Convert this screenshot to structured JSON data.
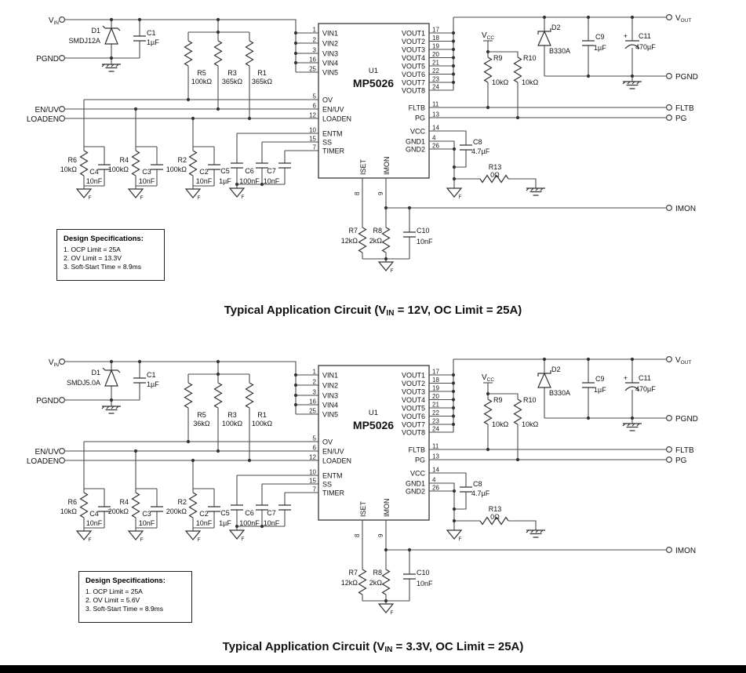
{
  "ground_label": "F",
  "footer": {
    "bar_color": "#000000"
  },
  "circuits": [
    {
      "caption": {
        "pre": "Typical Application Circuit (V",
        "sub": "IN",
        "post": " = 12V, OC Limit = 25A)"
      },
      "design_specs": {
        "title": "Design Specifications:",
        "items": [
          "1. OCP Limit = 25A",
          "2. OV Limit = 13.3V",
          "3. Soft-Start Time = 8.9ms"
        ]
      },
      "ports": {
        "vin": {
          "base": "V",
          "sub": "IN"
        },
        "pgnd_left": "PGND",
        "enuv": "EN/UV",
        "loaden": "LOADEN",
        "vout": {
          "base": "V",
          "sub": "OUT"
        },
        "pgnd_right": "PGND",
        "fltb": "FLTB",
        "pg": "PG",
        "imon": "IMON",
        "vcc": {
          "base": "V",
          "sub": "CC"
        }
      },
      "chip": {
        "ref": "U1",
        "part": "MP5026",
        "left_pins": [
          {
            "num": "1",
            "name": "VIN1"
          },
          {
            "num": "2",
            "name": "VIN2"
          },
          {
            "num": "3",
            "name": "VIN3"
          },
          {
            "num": "16",
            "name": "VIN4"
          },
          {
            "num": "25",
            "name": "VIN5"
          },
          {
            "num": "5",
            "name": "OV"
          },
          {
            "num": "6",
            "name": "EN/UV"
          },
          {
            "num": "12",
            "name": "LOADEN"
          },
          {
            "num": "10",
            "name": "ENTM"
          },
          {
            "num": "15",
            "name": "SS"
          },
          {
            "num": "7",
            "name": "TIMER"
          }
        ],
        "right_pins": [
          {
            "num": "17",
            "name": "VOUT1"
          },
          {
            "num": "18",
            "name": "VOUT2"
          },
          {
            "num": "19",
            "name": "VOUT3"
          },
          {
            "num": "20",
            "name": "VOUT4"
          },
          {
            "num": "21",
            "name": "VOUT5"
          },
          {
            "num": "22",
            "name": "VOUT6"
          },
          {
            "num": "23",
            "name": "VOUT7"
          },
          {
            "num": "24",
            "name": "VOUT8"
          },
          {
            "num": "11",
            "name": "FLTB"
          },
          {
            "num": "13",
            "name": "PG"
          },
          {
            "num": "14",
            "name": "VCC"
          },
          {
            "num": "4",
            "name": "GND1"
          },
          {
            "num": "26",
            "name": "GND2"
          }
        ],
        "bottom_pins": [
          {
            "num": "8",
            "name": "ISET"
          },
          {
            "num": "9",
            "name": "IMON"
          }
        ]
      },
      "components": {
        "D1": {
          "ref": "D1",
          "value": "SMDJ12A"
        },
        "C1": {
          "ref": "C1",
          "value": "1µF"
        },
        "R5": {
          "ref": "R5",
          "value": "100kΩ"
        },
        "R3": {
          "ref": "R3",
          "value": "365kΩ"
        },
        "R1": {
          "ref": "R1",
          "value": "365kΩ"
        },
        "R6": {
          "ref": "R6",
          "value": "10kΩ"
        },
        "C4": {
          "ref": "C4",
          "value": "10nF"
        },
        "R4": {
          "ref": "R4",
          "value": "100kΩ"
        },
        "C3": {
          "ref": "C3",
          "value": "10nF"
        },
        "R2": {
          "ref": "R2",
          "value": "100kΩ"
        },
        "C2": {
          "ref": "C2",
          "value": "10nF"
        },
        "C5": {
          "ref": "C5",
          "value": "1µF"
        },
        "C6": {
          "ref": "C6",
          "value": "100nF"
        },
        "C7": {
          "ref": "C7",
          "value": "10nF"
        },
        "R7": {
          "ref": "R7",
          "value": "12kΩ"
        },
        "R8": {
          "ref": "R8",
          "value": "2kΩ"
        },
        "C10": {
          "ref": "C10",
          "value": "10nF"
        },
        "R9": {
          "ref": "R9",
          "value": "10kΩ"
        },
        "R10": {
          "ref": "R10",
          "value": "10kΩ"
        },
        "C8": {
          "ref": "C8",
          "value": "4.7µF"
        },
        "R13": {
          "ref": "R13",
          "value": "0Ω"
        },
        "D2": {
          "ref": "D2",
          "value": "B330A"
        },
        "C9": {
          "ref": "C9",
          "value": "1µF"
        },
        "C11": {
          "ref": "C11",
          "value": "470µF",
          "plus": "+"
        }
      }
    },
    {
      "caption": {
        "pre": "Typical Application Circuit (V",
        "sub": "IN",
        "post": " = 3.3V, OC Limit = 25A)"
      },
      "design_specs": {
        "title": "Design Specifications:",
        "items": [
          "1. OCP Limit = 25A",
          "2. OV Limit = 5.6V",
          "3. Soft-Start Time = 8.9ms"
        ]
      },
      "ports": {
        "vin": {
          "base": "V",
          "sub": "IN"
        },
        "pgnd_left": "PGND",
        "enuv": "EN/UV",
        "loaden": "LOADEN",
        "vout": {
          "base": "V",
          "sub": "OUT"
        },
        "pgnd_right": "PGND",
        "fltb": "FLTB",
        "pg": "PG",
        "imon": "IMON",
        "vcc": {
          "base": "V",
          "sub": "CC"
        }
      },
      "chip": {
        "ref": "U1",
        "part": "MP5026",
        "left_pins": [
          {
            "num": "1",
            "name": "VIN1"
          },
          {
            "num": "2",
            "name": "VIN2"
          },
          {
            "num": "3",
            "name": "VIN3"
          },
          {
            "num": "16",
            "name": "VIN4"
          },
          {
            "num": "25",
            "name": "VIN5"
          },
          {
            "num": "5",
            "name": "OV"
          },
          {
            "num": "6",
            "name": "EN/UV"
          },
          {
            "num": "12",
            "name": "LOADEN"
          },
          {
            "num": "10",
            "name": "ENTM"
          },
          {
            "num": "15",
            "name": "SS"
          },
          {
            "num": "7",
            "name": "TIMER"
          }
        ],
        "right_pins": [
          {
            "num": "17",
            "name": "VOUT1"
          },
          {
            "num": "18",
            "name": "VOUT2"
          },
          {
            "num": "19",
            "name": "VOUT3"
          },
          {
            "num": "20",
            "name": "VOUT4"
          },
          {
            "num": "21",
            "name": "VOUT5"
          },
          {
            "num": "22",
            "name": "VOUT6"
          },
          {
            "num": "23",
            "name": "VOUT7"
          },
          {
            "num": "24",
            "name": "VOUT8"
          },
          {
            "num": "11",
            "name": "FLTB"
          },
          {
            "num": "13",
            "name": "PG"
          },
          {
            "num": "14",
            "name": "VCC"
          },
          {
            "num": "4",
            "name": "GND1"
          },
          {
            "num": "26",
            "name": "GND2"
          }
        ],
        "bottom_pins": [
          {
            "num": "8",
            "name": "ISET"
          },
          {
            "num": "9",
            "name": "IMON"
          }
        ]
      },
      "components": {
        "D1": {
          "ref": "D1",
          "value": "SMDJ5.0A"
        },
        "C1": {
          "ref": "C1",
          "value": "1µF"
        },
        "R5": {
          "ref": "R5",
          "value": "36kΩ"
        },
        "R3": {
          "ref": "R3",
          "value": "100kΩ"
        },
        "R1": {
          "ref": "R1",
          "value": "100kΩ"
        },
        "R6": {
          "ref": "R6",
          "value": "10kΩ"
        },
        "C4": {
          "ref": "C4",
          "value": "10nF"
        },
        "R4": {
          "ref": "R4",
          "value": "200kΩ"
        },
        "C3": {
          "ref": "C3",
          "value": "10nF"
        },
        "R2": {
          "ref": "R2",
          "value": "200kΩ"
        },
        "C2": {
          "ref": "C2",
          "value": "10nF"
        },
        "C5": {
          "ref": "C5",
          "value": "1µF"
        },
        "C6": {
          "ref": "C6",
          "value": "100nF"
        },
        "C7": {
          "ref": "C7",
          "value": "10nF"
        },
        "R7": {
          "ref": "R7",
          "value": "12kΩ"
        },
        "R8": {
          "ref": "R8",
          "value": "2kΩ"
        },
        "C10": {
          "ref": "C10",
          "value": "10nF"
        },
        "R9": {
          "ref": "R9",
          "value": "10kΩ"
        },
        "R10": {
          "ref": "R10",
          "value": "10kΩ"
        },
        "C8": {
          "ref": "C8",
          "value": "4.7µF"
        },
        "R13": {
          "ref": "R13",
          "value": "0Ω"
        },
        "D2": {
          "ref": "D2",
          "value": "B330A"
        },
        "C9": {
          "ref": "C9",
          "value": "1µF"
        },
        "C11": {
          "ref": "C11",
          "value": "470µF",
          "plus": "+"
        }
      }
    }
  ]
}
